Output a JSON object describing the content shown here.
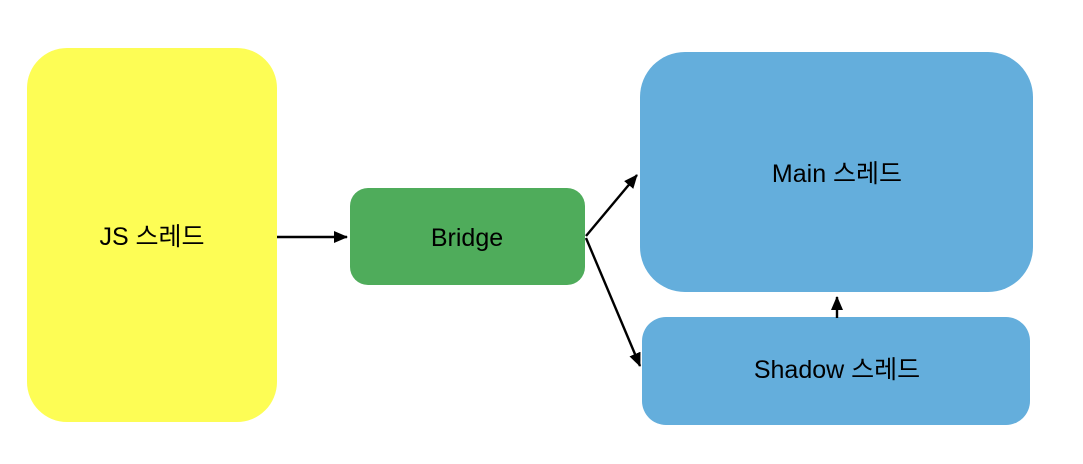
{
  "diagram": {
    "background": "#FFFFFF",
    "edge_color": "#000000",
    "nodes": {
      "js_thread": {
        "label": "JS 스레드",
        "color": "#FDFD55"
      },
      "bridge": {
        "label": "Bridge",
        "color": "#4FAC5B"
      },
      "main_thread": {
        "label": "Main 스레드",
        "color": "#64AEDC"
      },
      "shadow_thread": {
        "label": "Shadow 스레드",
        "color": "#64AEDC"
      }
    },
    "edges": [
      {
        "from": "js_thread",
        "to": "bridge"
      },
      {
        "from": "bridge",
        "to": "main_thread"
      },
      {
        "from": "bridge",
        "to": "shadow_thread"
      },
      {
        "from": "shadow_thread",
        "to": "main_thread"
      }
    ]
  }
}
